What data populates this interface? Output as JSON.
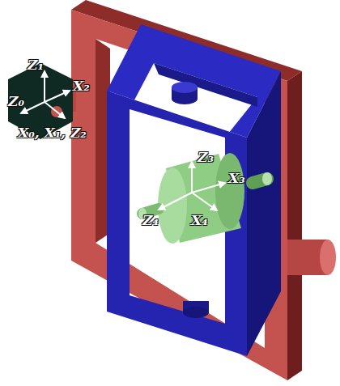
{
  "diagram": {
    "labels": [
      "Z₁",
      "X₂",
      "Z₀",
      "X₀, X₁, Z₂",
      "Z₃",
      "X₃",
      "Z₄",
      "X₄"
    ]
  }
}
